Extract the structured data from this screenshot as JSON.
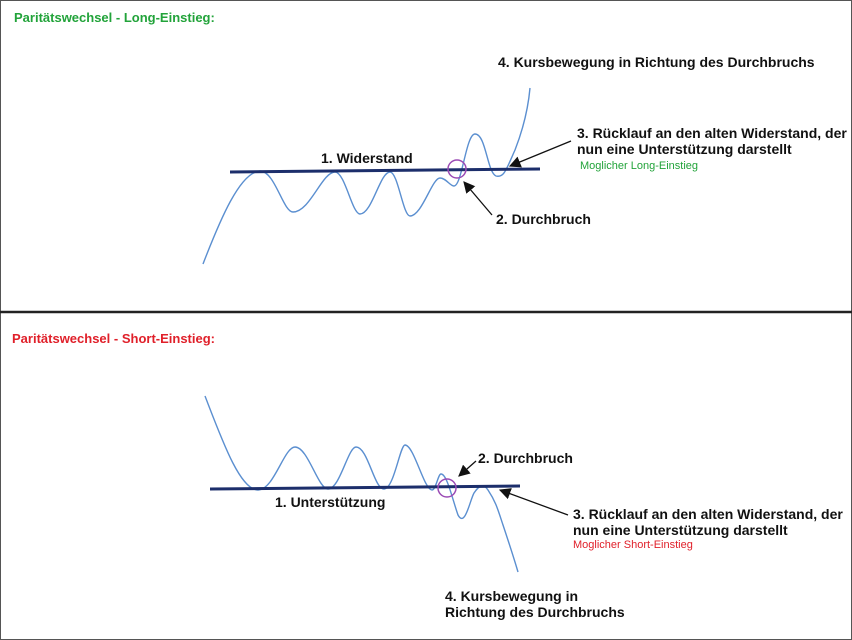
{
  "top_panel": {
    "heading": "Paritätswechsel - Long-Einstieg:",
    "heading_color": "#22a33a",
    "resistance_label": "1. Widerstand",
    "breakout_label": "2. Durchbruch",
    "retest_label_line1": "3. Rücklauf an den alten Widerstand, der",
    "retest_label_line2": "nun eine Unterstützung darstellt",
    "entry_label": "Moglicher Long-Einstieg",
    "entry_color": "#22a33a",
    "move_label": "4. Kursbewegung in Richtung des Durchbruchs"
  },
  "bottom_panel": {
    "heading": "Paritätswechsel - Short-Einstieg:",
    "heading_color": "#e0202a",
    "support_label": "1. Unterstützung",
    "breakout_label": "2. Durchbruch",
    "retest_label_line1": "3. Rücklauf an den alten Widerstand, der",
    "retest_label_line2": "nun eine Unterstützung darstellt",
    "entry_label": "Moglicher Short-Einstieg",
    "entry_color": "#e0202a",
    "move_label_line1": "4. Kursbewegung in",
    "move_label_line2": "Richtung des Durchbruchs"
  },
  "colors": {
    "price_line": "#5b8fd0",
    "level_line": "#1c2e6b",
    "breakout_circle": "#9b4bb5",
    "panel_border": "#555555",
    "divider": "#222222"
  }
}
